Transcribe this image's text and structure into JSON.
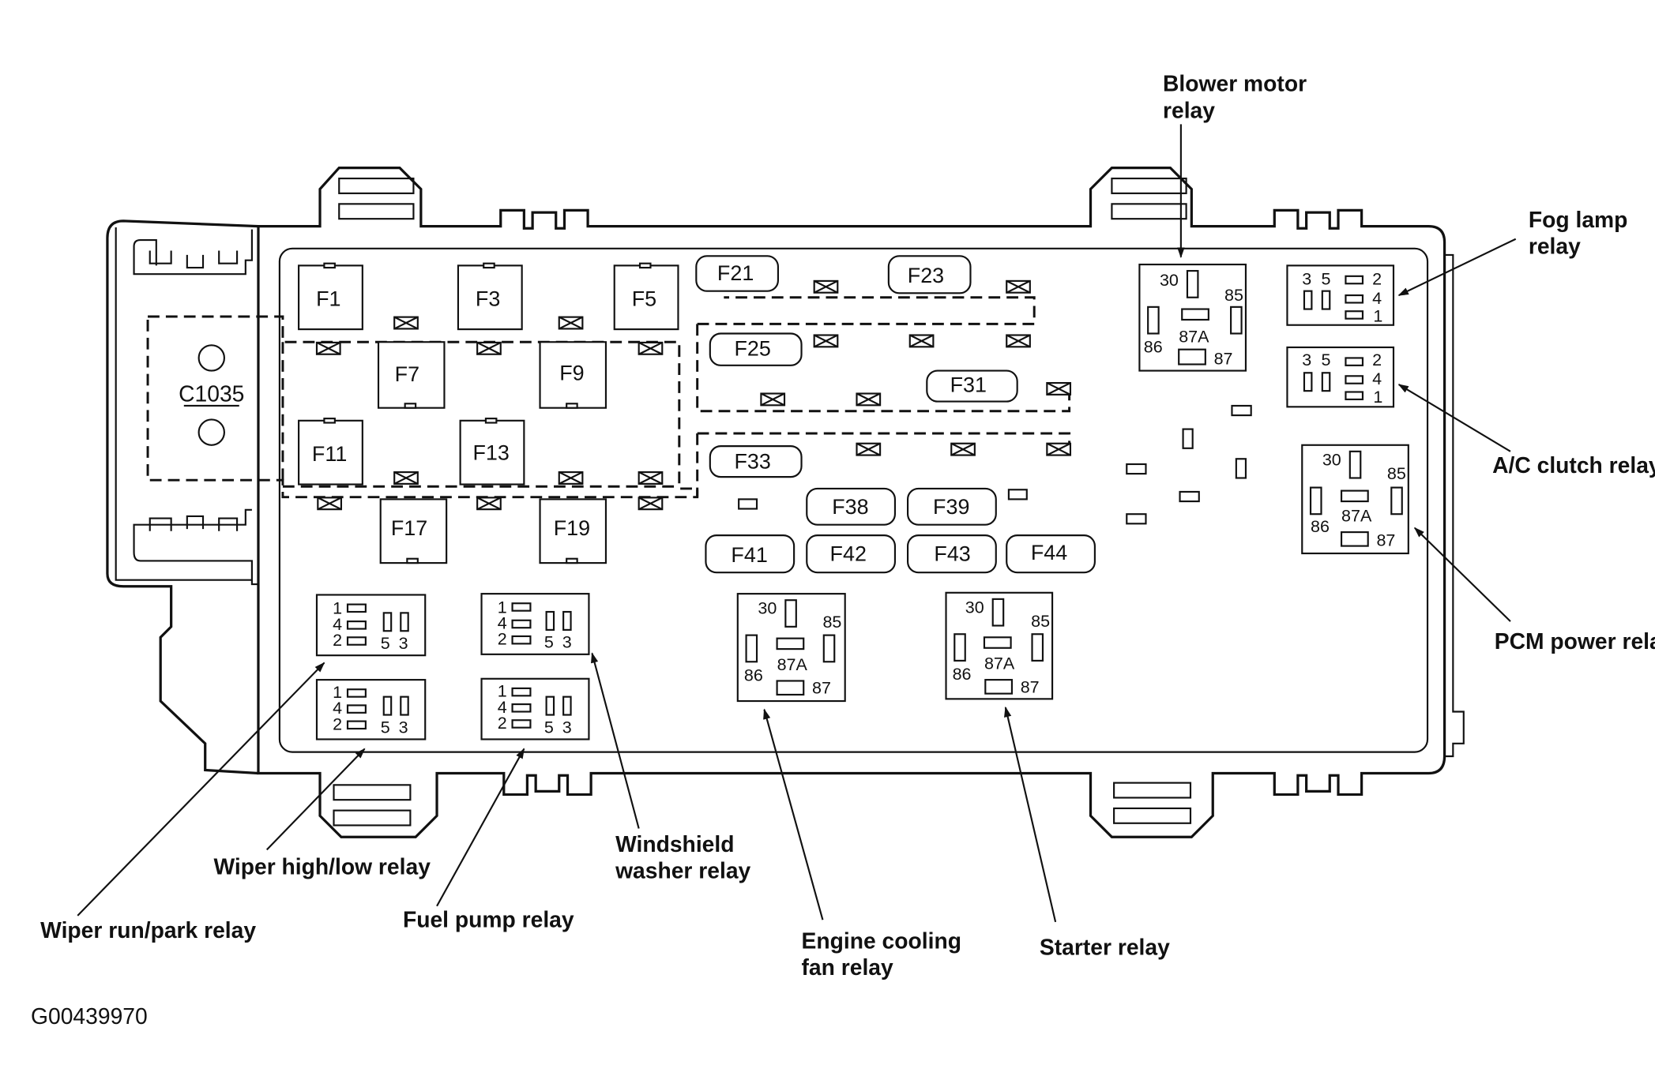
{
  "image_code": "G00439970",
  "connector_label": "C1035",
  "fuses": [
    "F1",
    "F3",
    "F5",
    "F7",
    "F9",
    "F11",
    "F13",
    "F17",
    "F19",
    "F21",
    "F23",
    "F25",
    "F31",
    "F33",
    "F38",
    "F39",
    "F41",
    "F42",
    "F43",
    "F44"
  ],
  "relay_pins": {
    "iso": {
      "p30": "30",
      "p85": "85",
      "p86": "86",
      "p87a": "87A",
      "p87": "87"
    },
    "mini": {
      "p1": "1",
      "p2": "2",
      "p3": "3",
      "p4": "4",
      "p5": "5"
    }
  },
  "callouts": {
    "blower_motor": [
      "Blower motor",
      "relay"
    ],
    "fog_lamp": [
      "Fog lamp",
      "relay"
    ],
    "ac_clutch": [
      "A/C clutch relay"
    ],
    "pcm_power": [
      "PCM power relay"
    ],
    "wiper_run_park": [
      "Wiper run/park relay"
    ],
    "wiper_high_low": [
      "Wiper high/low relay"
    ],
    "fuel_pump": [
      "Fuel pump relay"
    ],
    "windshield_washer": [
      "Windshield",
      "washer relay"
    ],
    "engine_cooling_fan": [
      "Engine cooling",
      "fan relay"
    ],
    "starter": [
      "Starter relay"
    ]
  }
}
